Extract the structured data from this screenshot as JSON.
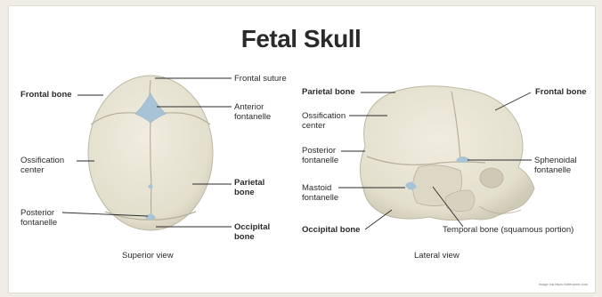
{
  "title": "Fetal Skull",
  "superior": {
    "frontal_bone": "Frontal bone",
    "frontal_suture": "Frontal suture",
    "anterior_fontanelle": [
      "Anterior",
      "fontanelle"
    ],
    "ossification_center": [
      "Ossification",
      "center"
    ],
    "parietal_bone": [
      "Parietal",
      "bone"
    ],
    "posterior_fontanelle": [
      "Posterior",
      "fontanelle"
    ],
    "occipital_bone": [
      "Occipital",
      "bone"
    ],
    "caption": "Superior view"
  },
  "lateral": {
    "parietal_bone": "Parietal bone",
    "frontal_bone": "Frontal bone",
    "ossification_center": [
      "Ossification",
      "center"
    ],
    "posterior_fontanelle": [
      "Posterior",
      "fontanelle"
    ],
    "sphenoidal_fontanelle": [
      "Sphenoidal",
      "fontanelle"
    ],
    "mastoid_fontanelle": [
      "Mastoid",
      "fontanelle"
    ],
    "occipital_bone": "Occipital bone",
    "temporal_bone": "Temporal bone (squamous portion)",
    "caption": "Lateral view"
  },
  "credit": "image via https://sitename.com",
  "colors": {
    "bone": "#e7e3d3",
    "bone_shadow": "#cfcab8",
    "fontanelle": "#a9c3d6",
    "text": "#2a2a2a"
  }
}
